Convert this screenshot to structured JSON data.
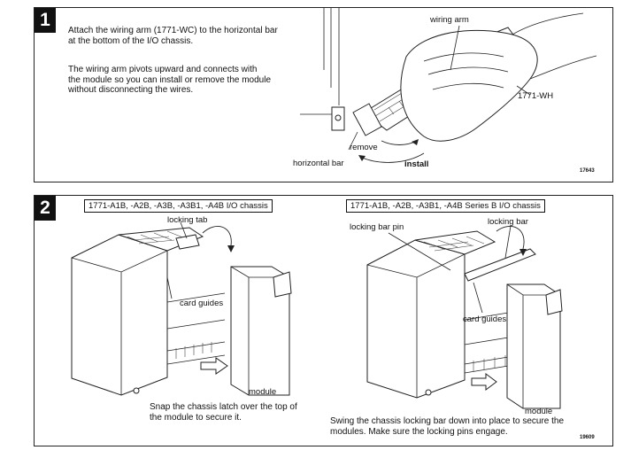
{
  "panel1": {
    "step": "1",
    "para1": "Attach the wiring arm (1771-WC) to the horizontal bar at the bottom of the I/O chassis.",
    "para2": "The wiring arm pivots upward and connects with the module so you can install or remove the module without disconnecting the wires.",
    "labels": {
      "wiring_arm": "wiring arm",
      "part": "1771-WH",
      "remove": "remove",
      "horizontal_bar": "horizontal bar",
      "install": "install"
    },
    "figure_number": "17643"
  },
  "panel2": {
    "step": "2",
    "left": {
      "title": "1771-A1B, -A2B, -A3B, -A3B1, -A4B I/O chassis",
      "locking_tab": "locking tab",
      "card_guides": "card guides",
      "module": "module",
      "caption": "Snap the chassis latch over the top of the module to secure it."
    },
    "right": {
      "title": "1771-A1B, -A2B, -A3B1, -A4B Series B I/O chassis",
      "locking_bar_pin": "locking bar pin",
      "locking_bar": "locking bar",
      "card_guides": "card guides",
      "module": "module",
      "caption": "Swing the chassis locking bar down into place to secure the modules.  Make sure the locking pins engage."
    },
    "figure_number": "19609"
  }
}
